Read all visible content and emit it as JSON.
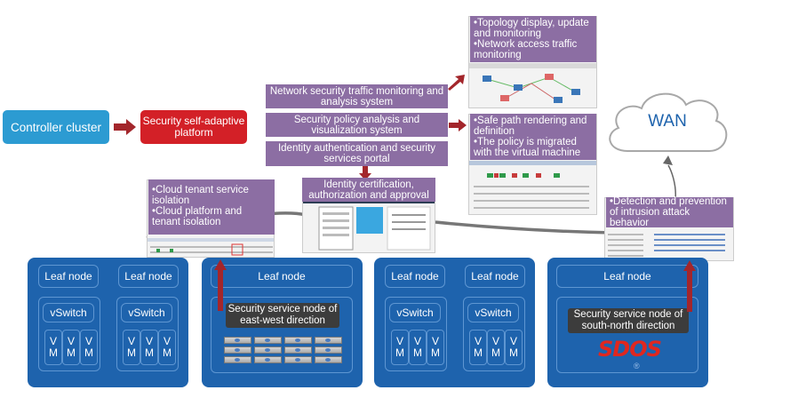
{
  "colors": {
    "blue": "#1e63ad",
    "purple": "#8c6ea3",
    "red": "#d32027",
    "arrow": "#a3262b",
    "wan_text": "#1e63ad",
    "sdos_red": "#e0271f",
    "sdos_blue": "#2f6fb8"
  },
  "controller": "Controller cluster",
  "adaptive": "Security self-adaptive platform",
  "modules": {
    "traffic": "Network security traffic monitoring and analysis system",
    "policy": "Security policy analysis and visualization system",
    "identity_portal": "Identity authentication and security services portal"
  },
  "features": {
    "topology": "•Topology display, update and monitoring\n•Network access traffic monitoring",
    "safe_path": "•Safe path rendering and definition\n•The policy is migrated with the virtual machine",
    "identity_cert": "Identity certification, authorization and approval",
    "tenant": "•Cloud tenant service isolation\n•Cloud platform and tenant isolation",
    "intrusion": "•Detection and prevention of intrusion attack behavior"
  },
  "wan": "WAN",
  "leaf": "Leaf node",
  "vswitch": "vSwitch",
  "vm": "V\nM",
  "ew_node": "Security service node of east-west direction",
  "sn_node": "Security service node of south-north direction",
  "sdos_logo": "SDOS",
  "sdos_sub": "®"
}
